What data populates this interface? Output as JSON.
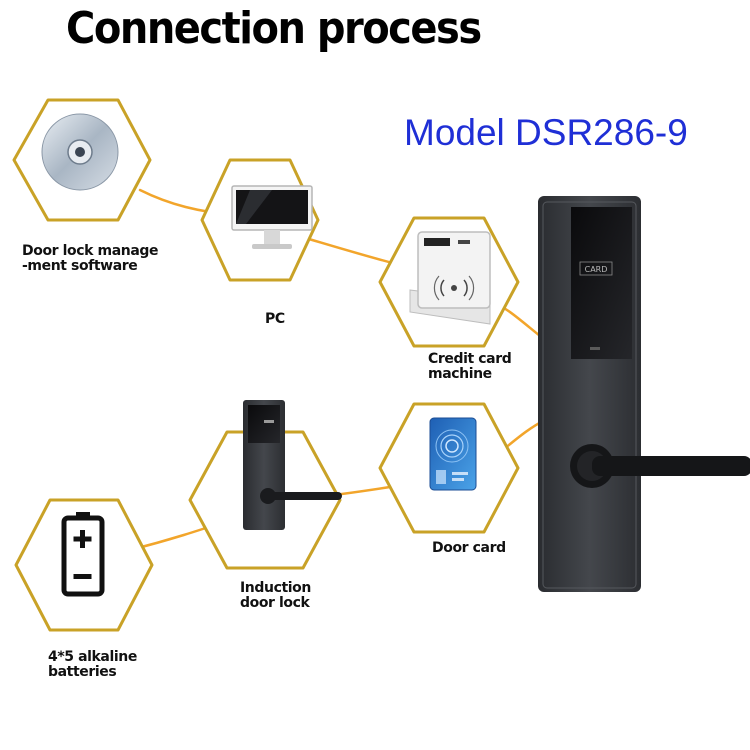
{
  "title": "Connection process",
  "model": "Model DSR286-9",
  "nodes": {
    "software": {
      "lines": [
        "Door lock manage",
        "-ment software"
      ],
      "icon": "cd-disc-icon"
    },
    "pc": {
      "lines": [
        "PC"
      ],
      "icon": "computer-monitor-icon"
    },
    "card_machine": {
      "lines": [
        "Credit card",
        "machine"
      ],
      "icon": "card-encoder-icon"
    },
    "door_card": {
      "lines": [
        "Door card"
      ],
      "icon": "rfid-card-icon"
    },
    "lock": {
      "lines": [
        "Induction",
        "door lock"
      ],
      "icon": "door-lock-icon"
    },
    "batteries": {
      "lines": [
        "4*5 alkaline",
        "batteries"
      ],
      "icon": "battery-icon"
    }
  },
  "product_panel": {
    "card_label": "CARD"
  },
  "colors": {
    "hexagon_stroke": "#c9a227",
    "connector": "#f2a52b",
    "model_text": "#1f2fd6",
    "lock_body": "#3a3c40"
  }
}
